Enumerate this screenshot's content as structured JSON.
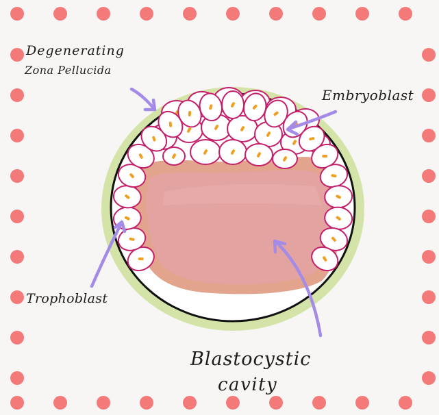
{
  "labels": {
    "zona_line1": "Degenerating",
    "zona_line2": "Zona Pellucida",
    "embryoblast": "Embryoblast",
    "trophoblast": "Trophoblast",
    "cavity_line1": "Blastocystic",
    "cavity_line2": "cavity"
  },
  "colors": {
    "background": "#f7f6f4",
    "border_dots": "#f47a7a",
    "zona": "#d4e4a8",
    "cavity": "#e3a3a0",
    "cavity_rim": "#dd9479",
    "cell_outline": "#c41f6b",
    "nucleus": "#f0a020",
    "arrow": "#a58be8"
  }
}
